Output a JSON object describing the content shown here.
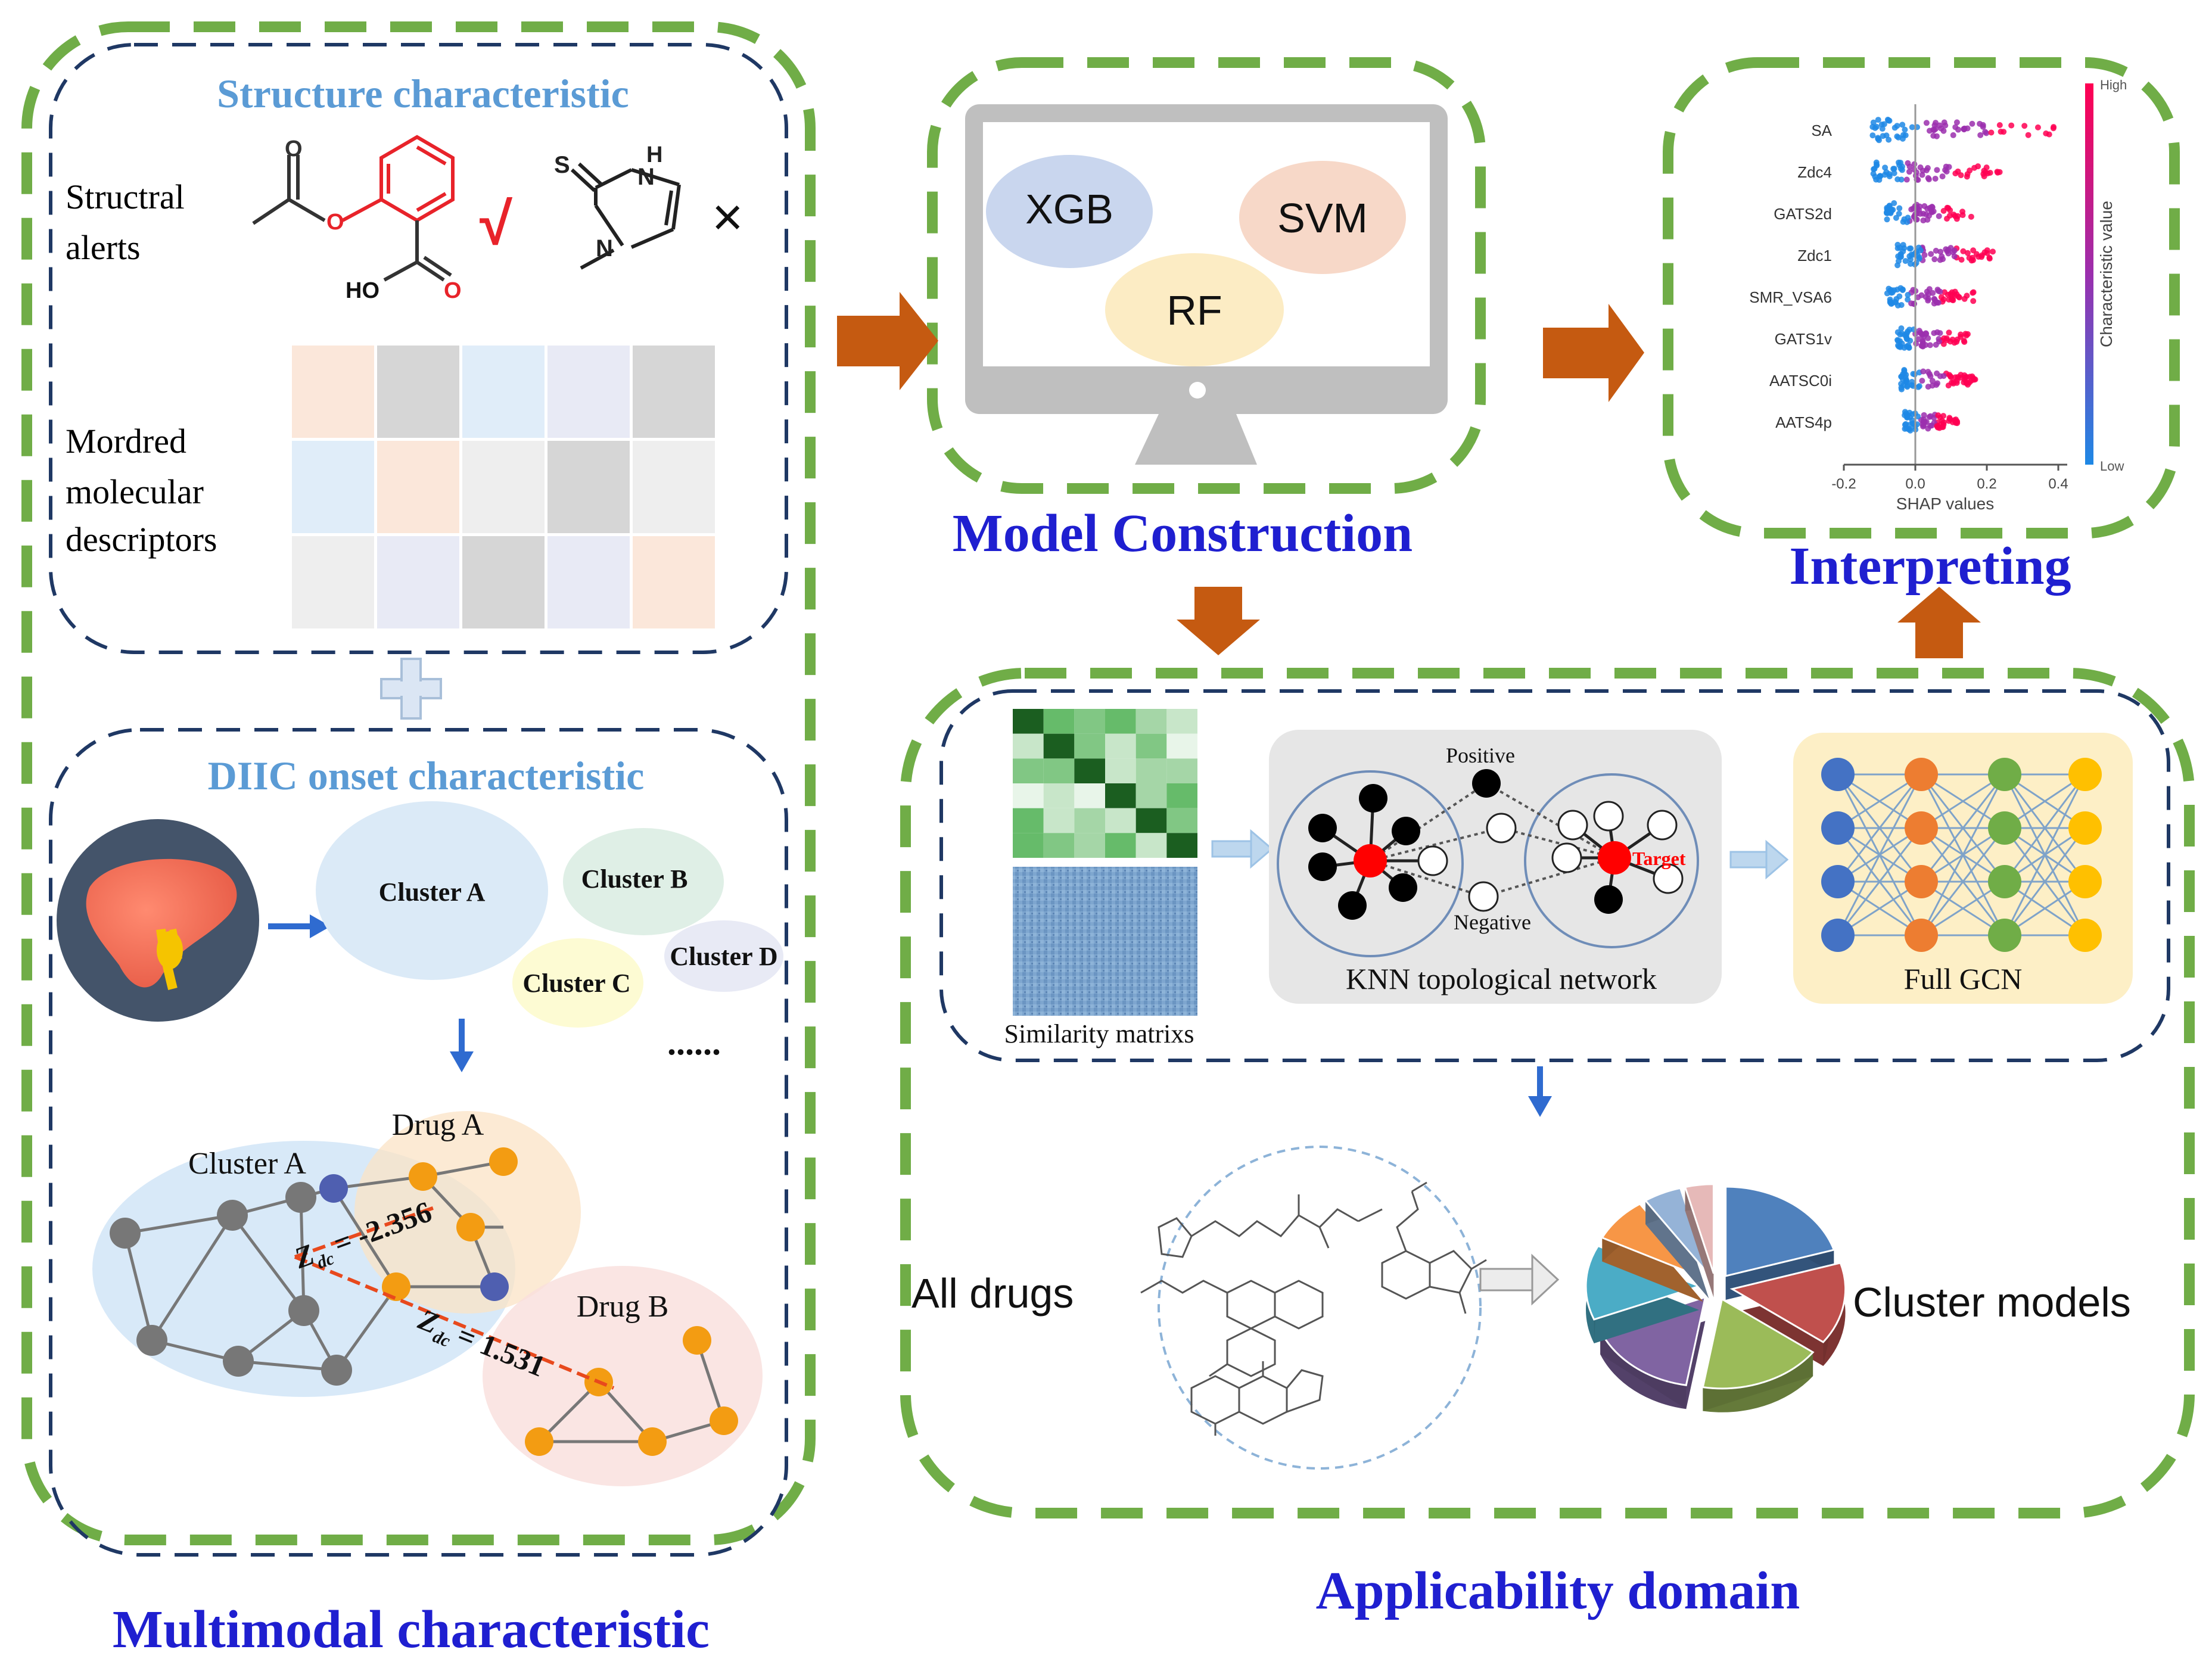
{
  "sections": {
    "multimodal": "Multimodal characteristic",
    "model_construction": "Model Construction",
    "interpreting": "Interpreting",
    "applicability": "Applicability domain"
  },
  "structure": {
    "title": "Structure characteristic",
    "alerts_line1": "Structral",
    "alerts_line2": "alerts",
    "check": "√",
    "cross": "×",
    "atom_o": "O",
    "atom_ho": "HO",
    "atom_s": "S",
    "atom_h": "H",
    "atom_n": "N",
    "mordred_line1": "Mordred",
    "mordred_line2": "molecular",
    "mordred_line3": "descriptors"
  },
  "descriptor_grid": [
    [
      "#fbe7da",
      "#d6d6d6",
      "#e0edf9",
      "#e8eaf5",
      "#d6d6d6"
    ],
    [
      "#e0edf9",
      "#fbe7da",
      "#eeeeee",
      "#d6d6d6",
      "#eeeeee"
    ],
    [
      "#eeeeee",
      "#e8eaf5",
      "#d6d6d6",
      "#e8eaf5",
      "#fbe7da"
    ]
  ],
  "plus": "+",
  "diic": {
    "title": "DIIC onset characteristic",
    "clusters": [
      "Cluster A",
      "Cluster B",
      "Cluster C",
      "Cluster D"
    ],
    "ellipsis": "......",
    "network_cluster": "Cluster A",
    "drug_a": "Drug A",
    "drug_b": "Drug B",
    "z1": "= -2.356",
    "z2": "= 1.531",
    "z_symbol": "Z",
    "z_sub": "dc"
  },
  "models": {
    "xgb": "XGB",
    "svm": "SVM",
    "rf": "RF"
  },
  "shap": {
    "features": [
      "SA",
      "Zdc4",
      "GATS2d",
      "Zdc1",
      "SMR_VSA6",
      "GATS1v",
      "AATSC0i",
      "AATS4p"
    ],
    "ticks": [
      "-0.2",
      "0.0",
      "0.2",
      "0.4"
    ],
    "xlabel": "SHAP values",
    "colorbar_label": "Characteristic value",
    "high": "High",
    "low": "Low",
    "low_color": "#1e88e5",
    "high_color": "#ff0052"
  },
  "pipeline": {
    "similarity": "Similarity matrixs",
    "positive": "Positive",
    "negative": "Negative",
    "target": "Target",
    "knn": "KNN topological network",
    "gcn": "Full GCN",
    "gcn_colors": [
      "#4472c4",
      "#ed7d31",
      "#70ad47",
      "#ffc000"
    ]
  },
  "domain": {
    "all_drugs": "All drugs",
    "cluster_models": "Cluster models",
    "pie_values": [
      15,
      11,
      13,
      12,
      10,
      6,
      4,
      3
    ],
    "pie_colors": [
      "#4f81bd",
      "#c0504d",
      "#9bbb59",
      "#8064a2",
      "#4bacc6",
      "#f79646",
      "#95b3d7",
      "#e6b9b8"
    ]
  },
  "colors": {
    "outer_dash": "#70ad47",
    "inner_dash": "#1f3864",
    "arrow": "#c55a11",
    "title_blue": "#1f1fd0",
    "subtitle_blue": "#5b9bd5"
  }
}
